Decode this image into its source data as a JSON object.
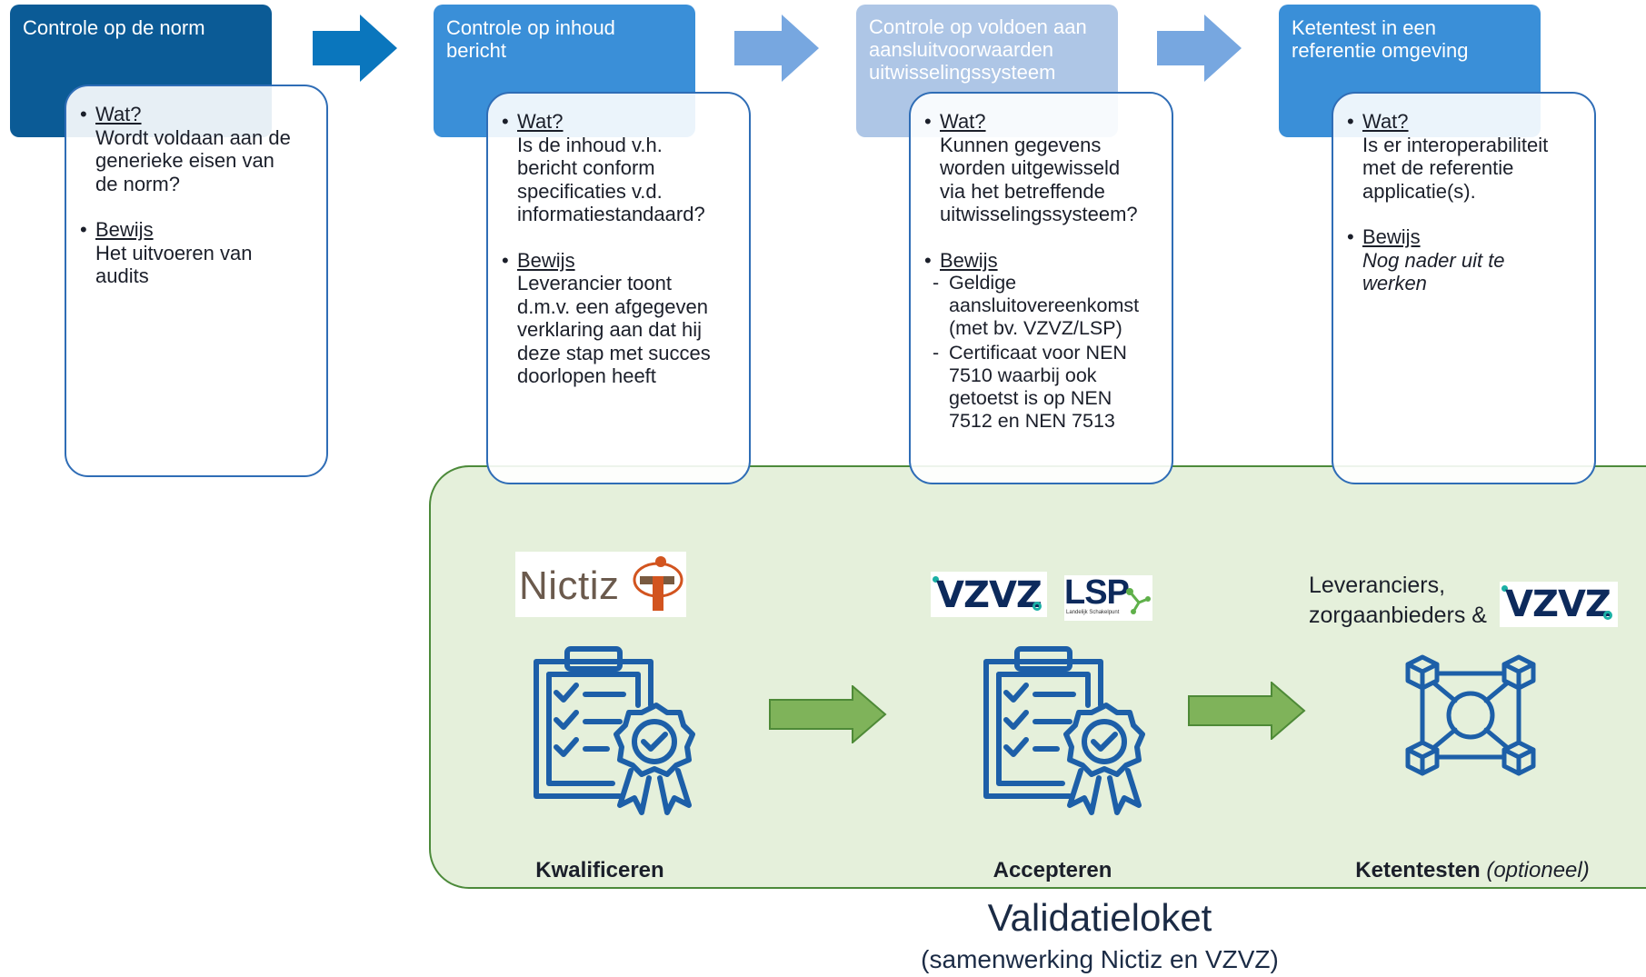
{
  "steps": [
    {
      "title": "Controle op de norm",
      "wat_label": "Wat?",
      "wat_text": "Wordt voldaan aan de\ngenerieke eisen van\nde norm?",
      "bewijs_label": "Bewijs",
      "bewijs_text": "Het uitvoeren van\naudits",
      "header_color": "#0b5b96"
    },
    {
      "title": "Controle op inhoud\nbericht",
      "wat_label": "Wat?",
      "wat_text": "Is de inhoud v.h.\nbericht conform\nspecificaties v.d.\ninformatiestandaard?",
      "bewijs_label": "Bewijs",
      "bewijs_text": "Leverancier toont\nd.m.v. een afgegeven\nverklaring aan dat hij\ndeze stap met succes\ndoorlopen heeft",
      "header_color": "#3a8fd8"
    },
    {
      "title": "Controle op voldoen aan\naansluitvoorwaarden\nuitwisselingssysteem",
      "wat_label": "Wat?",
      "wat_text": "Kunnen gegevens\nworden uitgewisseld\nvia het betreffende\nuitwisselingssysteem?",
      "bewijs_label": "Bewijs",
      "bewijs_items": [
        "Geldige\naansluitovereenkomst\n(met bv. VZVZ/LSP)",
        "Certificaat voor NEN\n7510 waarbij ook\ngetoetst is op NEN\n7512 en NEN 7513"
      ],
      "header_color": "#aec6e6"
    },
    {
      "title": "Ketentest in een\nreferentie omgeving",
      "wat_label": "Wat?",
      "wat_text": "Is er interoperabiliteit\nmet de referentie\napplicatie(s).",
      "bewijs_label": "Bewijs",
      "bewijs_text": "Nog nader uit te\nwerken",
      "header_color": "#3a8fd8"
    }
  ],
  "bottom": {
    "stages": [
      {
        "label": "Kwalificeren",
        "icon": "clipboard-certificate-icon"
      },
      {
        "label": "Accepteren",
        "icon": "clipboard-certificate-icon"
      },
      {
        "label": "Ketentesten",
        "label_suffix": "optioneel",
        "icon": "network-cubes-icon"
      }
    ],
    "logos": {
      "nictiz": "Nictiz",
      "vzvz": "VZVZ",
      "lsp": "LSP",
      "lsp_sub": "Landelijk Schakelpunt",
      "parties_text": "Leveranciers,\nzorgaanbieders &"
    },
    "title": "Validatieloket",
    "subtitle": "(samenwerking Nictiz en VZVZ)"
  },
  "colors": {
    "dark_blue": "#0b5b96",
    "mid_blue": "#3a8fd8",
    "pale_blue": "#aec6e6",
    "icon_blue": "#1d5fa8",
    "green_arrow": "#7fb35a",
    "panel_green": "#e5f0db",
    "nictiz_orange": "#d2541f",
    "vzvz_teal": "#1ab0a5"
  }
}
